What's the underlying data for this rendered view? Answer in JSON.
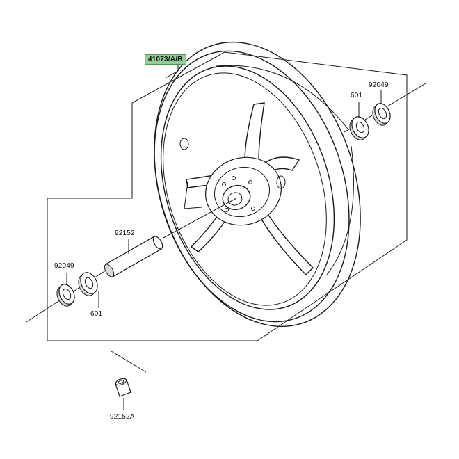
{
  "labels": {
    "wheel": "41073/A/B",
    "bearing_right": "601",
    "seal_right": "92049",
    "spacer": "92152",
    "seal_left": "92049",
    "bearing_left": "601",
    "collar": "92152A"
  },
  "colors": {
    "highlight": "#8fcf92",
    "line": "#1a1a1a"
  }
}
